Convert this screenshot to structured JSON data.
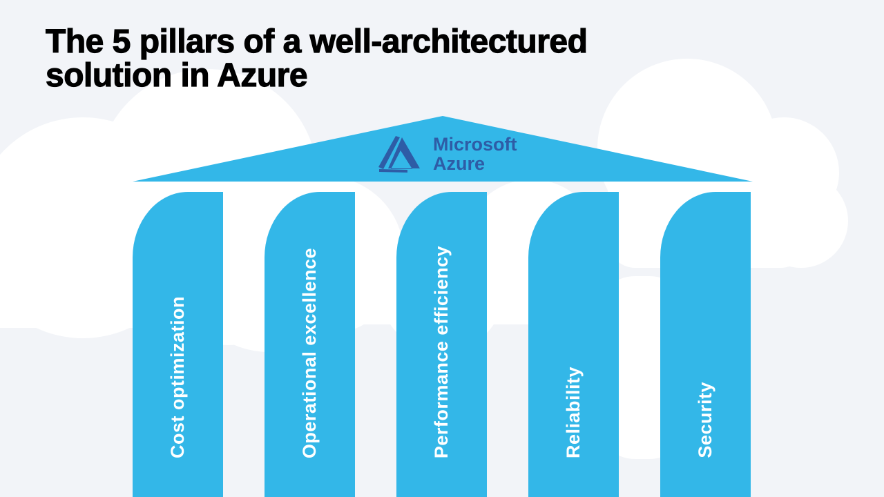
{
  "title": {
    "line1": "The 5 pillars of a well-architectured",
    "line2": "solution in Azure"
  },
  "logo": {
    "icon": "azure-a-logo",
    "line1": "Microsoft",
    "line2": "Azure"
  },
  "pillars": [
    {
      "label": "Cost optimization"
    },
    {
      "label": "Operational excellence"
    },
    {
      "label": "Performance efficiency"
    },
    {
      "label": "Reliability"
    },
    {
      "label": "Security"
    }
  ],
  "colors": {
    "background": "#f2f4f8",
    "cloud": "#ffffff",
    "pillar_blue": "#33b7e8",
    "logo_blue": "#2e5ca6",
    "title_black": "#000000",
    "pillar_text": "#ffffff"
  }
}
